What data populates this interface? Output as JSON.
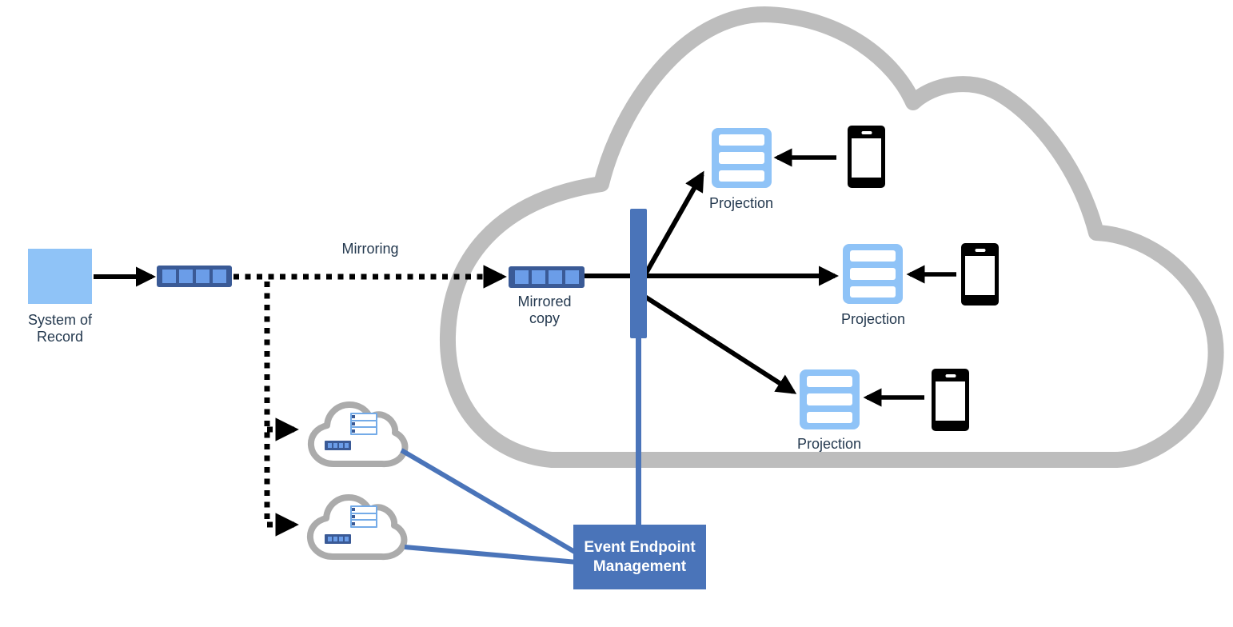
{
  "colors": {
    "light_blue": "#8FC3F7",
    "medium_blue": "#4A74B9",
    "dark_blue": "#3A5A96",
    "segment_blue": "#6B9DE8",
    "big_cloud_gray": "#BDBDBD",
    "small_cloud_gray": "#ABABAB",
    "label_navy": "#24394F",
    "arrow_black": "#000000",
    "background": "#FFFFFF"
  },
  "nodes": {
    "system_of_record": {
      "label": "System of\nRecord"
    },
    "mirroring_flow": {
      "label": "Mirroring"
    },
    "mirrored_copy": {
      "label": "Mirrored\ncopy"
    },
    "projections": [
      {
        "label": "Projection"
      },
      {
        "label": "Projection"
      },
      {
        "label": "Projection"
      }
    ],
    "event_endpoint_management": {
      "label": "Event Endpoint\nManagement"
    }
  }
}
